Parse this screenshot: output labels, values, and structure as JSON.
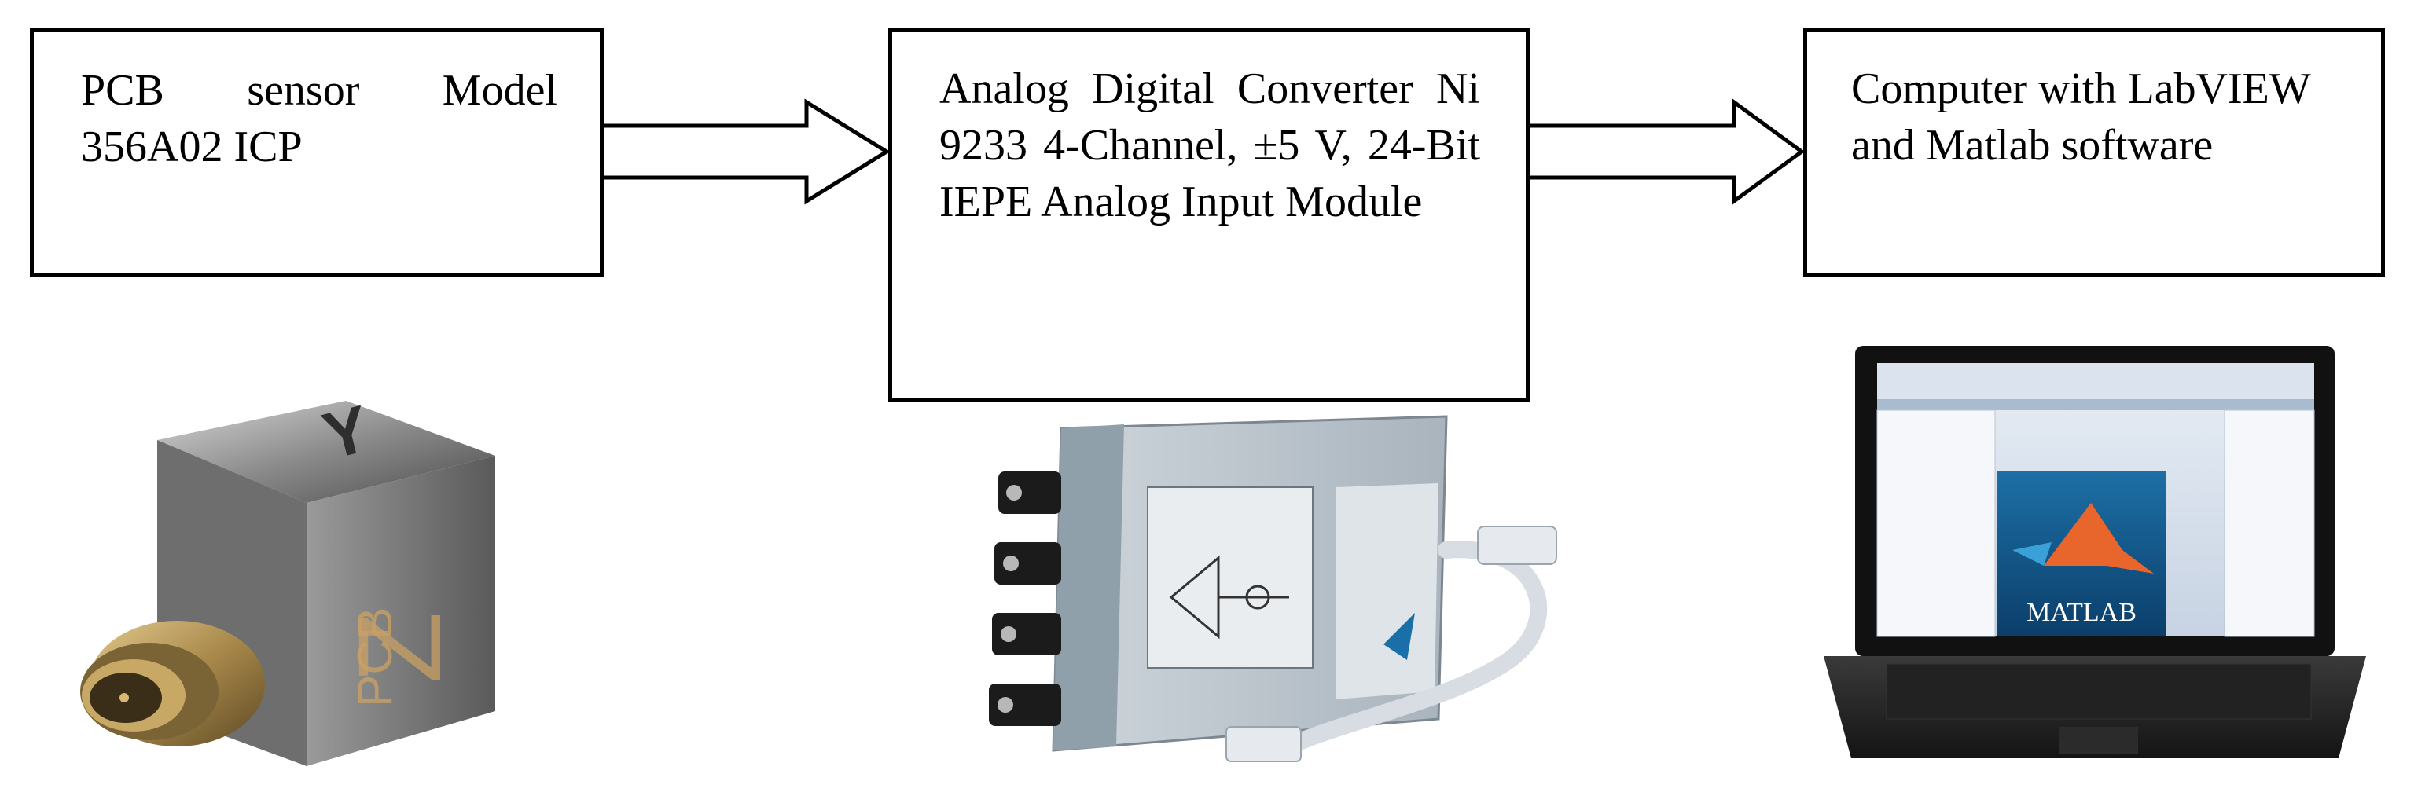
{
  "diagram": {
    "blocks": [
      {
        "id": "sensor",
        "text": "PCB sensor Model 356A02 ICP"
      },
      {
        "id": "adc",
        "text": "Analog Digital Converter Ni 9233 4-Channel, ±5 V, 24-Bit IEPE Analog Input Module"
      },
      {
        "id": "computer",
        "text": "Computer with LabVIEW and Matlab software"
      }
    ],
    "connections": [
      {
        "from": "sensor",
        "to": "adc"
      },
      {
        "from": "adc",
        "to": "computer"
      }
    ],
    "photos": {
      "sensor": {
        "marking_top": "Y",
        "marking_side": "Z",
        "brand": "PCB"
      },
      "laptop": {
        "splash_text": "MATLAB"
      }
    },
    "colors": {
      "stroke": "#000000",
      "background": "#ffffff"
    }
  }
}
